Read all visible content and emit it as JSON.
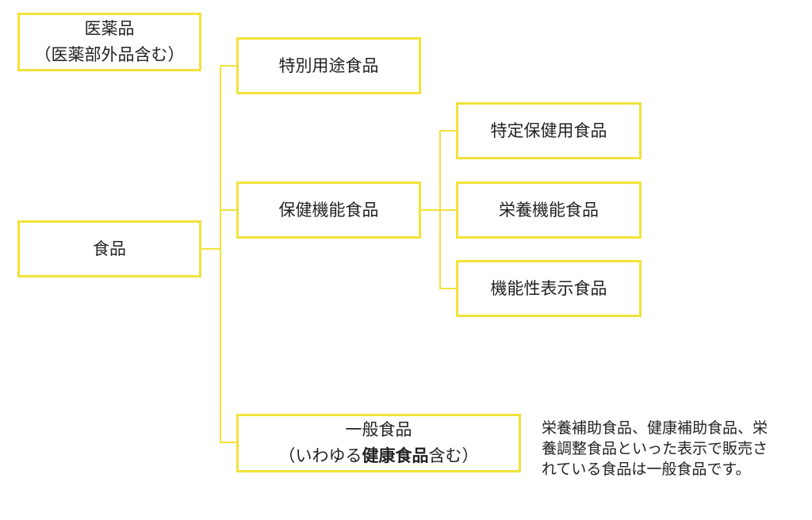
{
  "nodes": {
    "iyakuhin": {
      "line1": "医薬品",
      "line2": "（医薬部外品含む）"
    },
    "shokuhin": {
      "line1": "食品"
    },
    "tokubetsu": {
      "line1": "特別用途食品"
    },
    "hoken_kinou": {
      "line1": "保健機能食品"
    },
    "tokutei_hoken": {
      "line1": "特定保健用食品"
    },
    "eiyou_kinou": {
      "line1": "栄養機能食品"
    },
    "kinousei_hyouji": {
      "line1": "機能性表示食品"
    },
    "ippan": {
      "line1": "一般食品",
      "line2_prefix": "（いわゆる",
      "line2_bold": "健康食品",
      "line2_suffix": "含む）"
    }
  },
  "note": "栄養補助食品、健康補助食品、栄養調整食品といった表示で販売されている食品は一般食品です。",
  "colors": {
    "border": "#f2e23a",
    "text": "#222222",
    "background": "#ffffff"
  }
}
